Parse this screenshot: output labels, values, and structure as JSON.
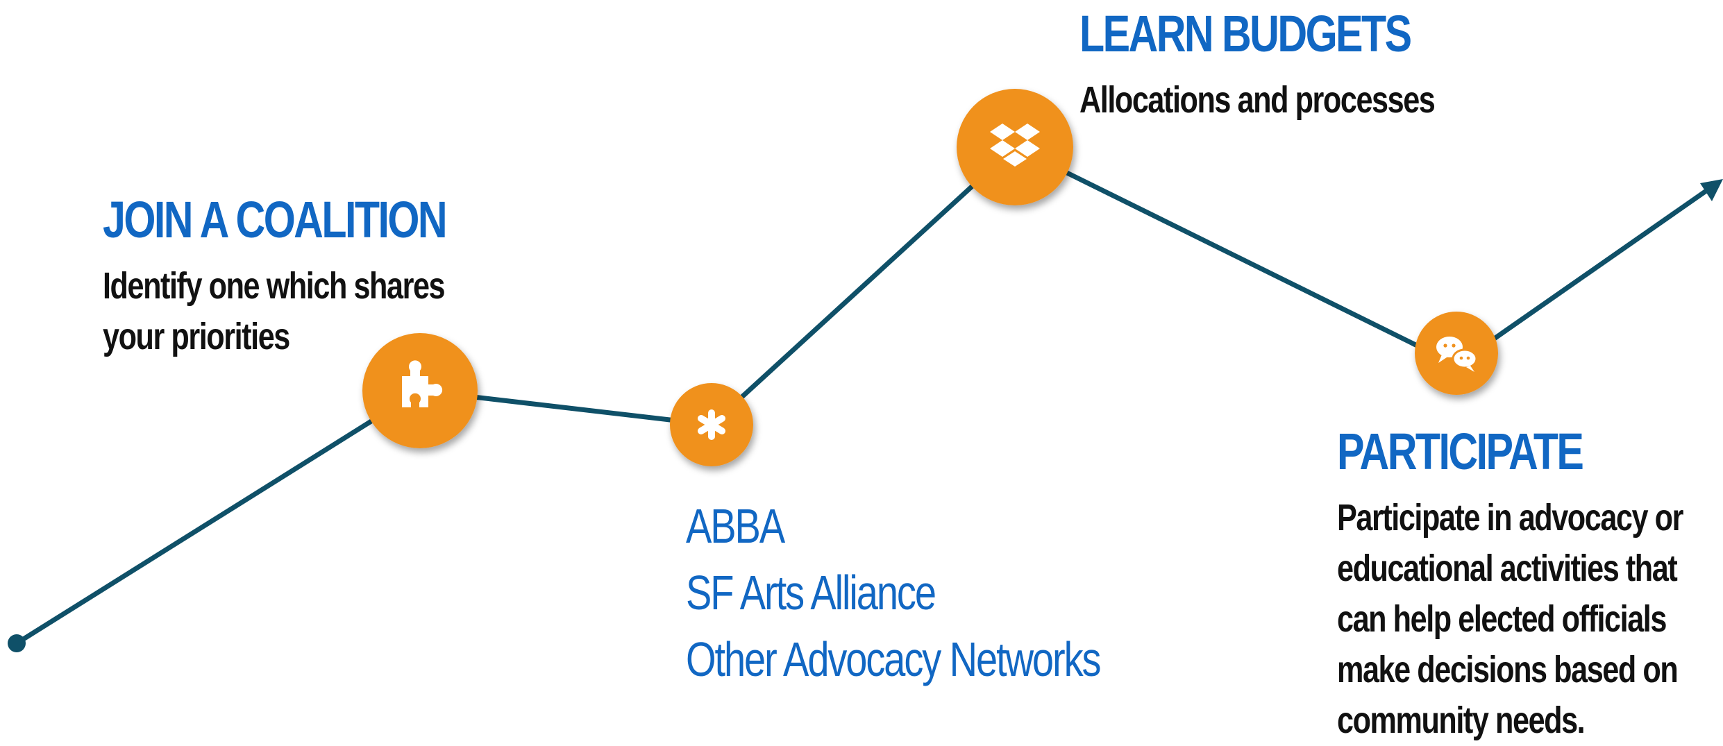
{
  "colors": {
    "line": "#0f5068",
    "node": "#f0911e",
    "heading": "#1167c3",
    "body_text": "#111111"
  },
  "steps": {
    "join_coalition": {
      "title": "JOIN A COALITION",
      "description_lines": [
        "Identify one which shares",
        "your priorities"
      ],
      "icon": "puzzle-piece-icon"
    },
    "networks": {
      "items": [
        "ABBA",
        "SF Arts Alliance",
        "Other Advocacy Networks"
      ],
      "icon": "asterisk-icon"
    },
    "learn_budgets": {
      "title": "LEARN BUDGETS",
      "description": "Allocations and processes",
      "icon": "dropbox-icon"
    },
    "participate": {
      "title": "PARTICIPATE",
      "description_lines": [
        "Participate in advocacy or",
        "educational activities that",
        "can help elected officials",
        "make decisions based on",
        "community needs."
      ],
      "icon": "chat-bubbles-icon"
    }
  }
}
